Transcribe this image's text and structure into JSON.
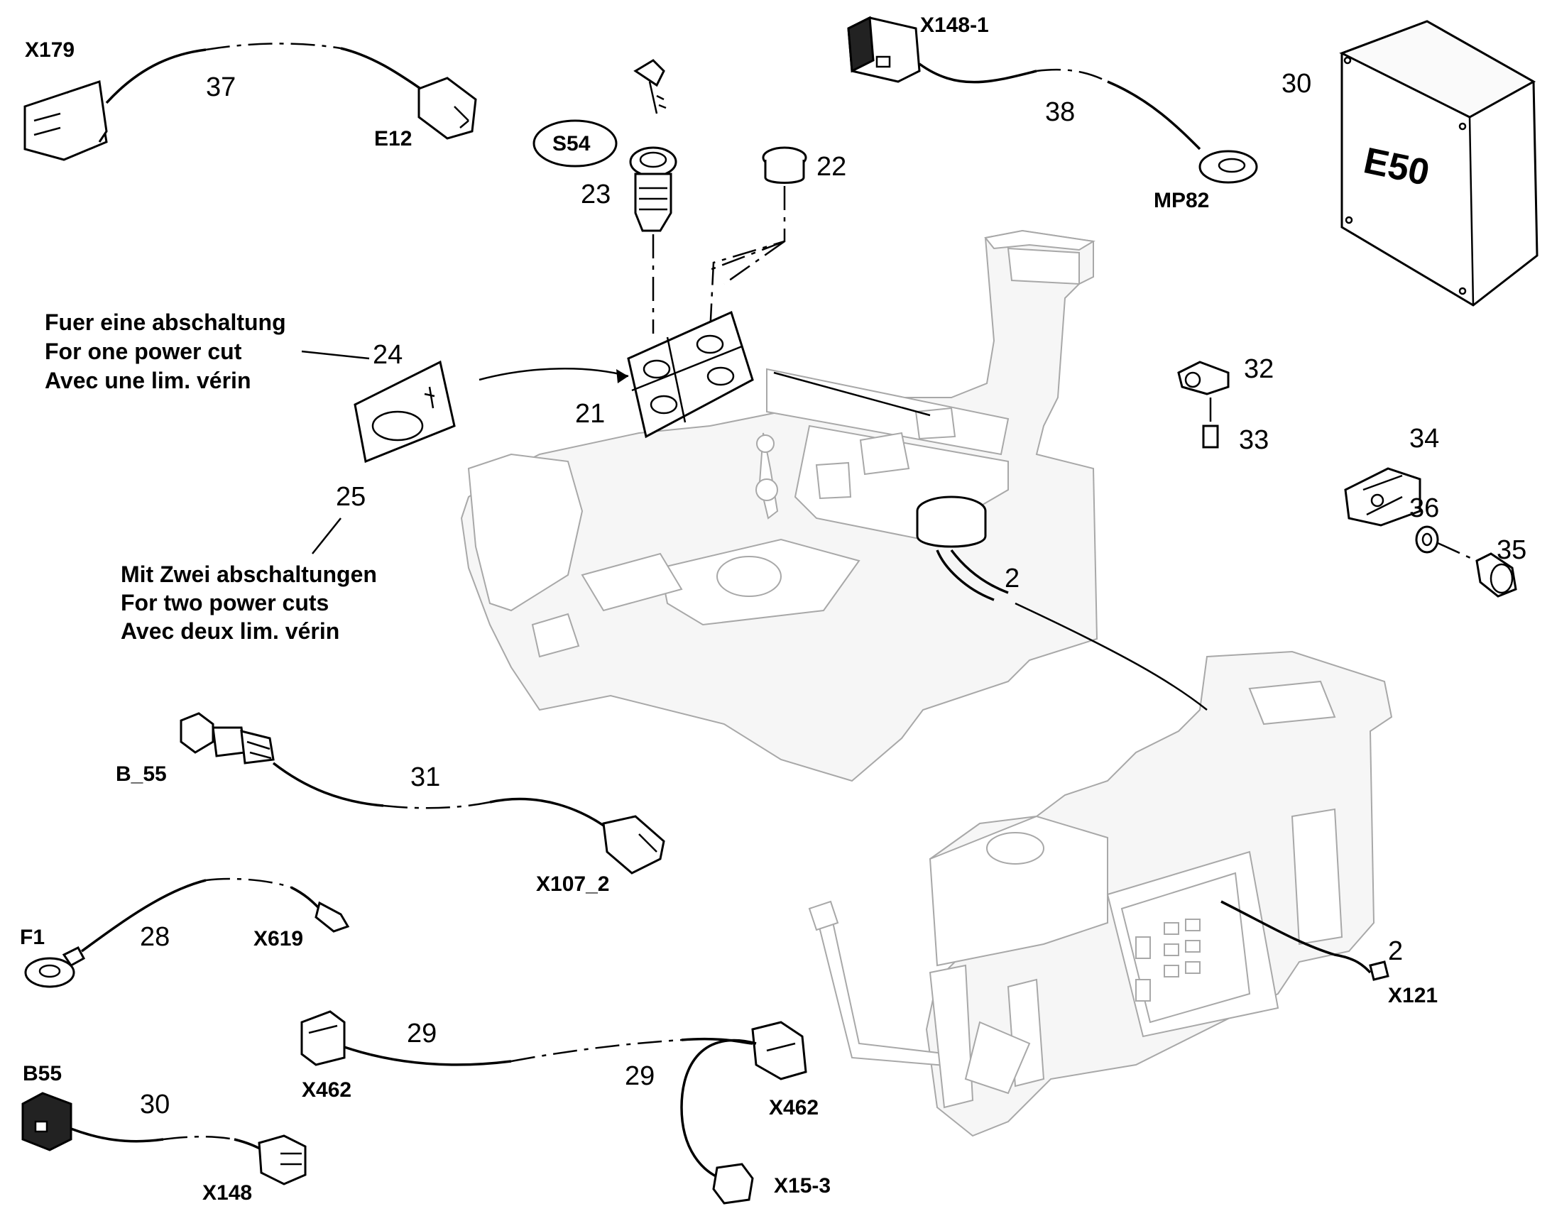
{
  "labels": {
    "x179": "X179",
    "n37": "37",
    "e12": "E12",
    "s54": "S54",
    "n23": "23",
    "n22": "22",
    "x148_1": "X148-1",
    "n38": "38",
    "mp82": "MP82",
    "n30_top": "30",
    "e50": "E50",
    "n24": "24",
    "n21": "21",
    "n25": "25",
    "n32": "32",
    "n33": "33",
    "n34": "34",
    "n36": "36",
    "n35": "35",
    "n2_top": "2",
    "n2_bottom": "2",
    "x121": "X121",
    "b_55": "B_55",
    "n31": "31",
    "x107_2": "X107_2",
    "f1": "F1",
    "n28": "28",
    "x619": "X619",
    "x462_left": "X462",
    "n29_a": "29",
    "n29_b": "29",
    "x462_right": "X462",
    "x15_3": "X15-3",
    "b55": "B55",
    "n30_bottom": "30",
    "x148": "X148"
  },
  "notes": {
    "one_cut": [
      "Fuer eine abschaltung",
      "For one power cut",
      "Avec une lim. vérin"
    ],
    "two_cuts": [
      "Mit Zwei abschaltungen",
      "For two power cuts",
      "Avec deux lim. vérin"
    ]
  },
  "colors": {
    "ink": "#000000",
    "ghost_outline": "#a8a8a8",
    "ghost_fill": "#f6f6f6"
  }
}
